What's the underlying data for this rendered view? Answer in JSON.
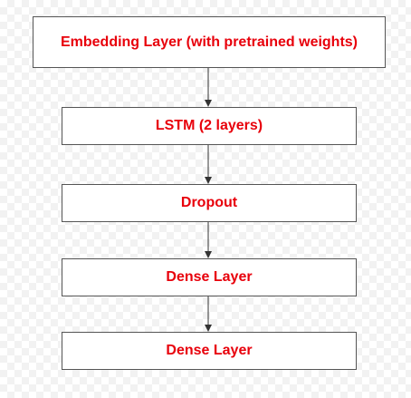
{
  "diagram": {
    "text_color": "#e8000b",
    "border_color": "#555555",
    "edge_color": "#333333",
    "nodes": [
      {
        "label": "Embedding Layer (with pretrained weights)"
      },
      {
        "label": "LSTM (2 layers)"
      },
      {
        "label": "Dropout"
      },
      {
        "label": "Dense Layer"
      },
      {
        "label": "Dense Layer"
      }
    ],
    "edges": [
      {
        "from": 0,
        "to": 1
      },
      {
        "from": 1,
        "to": 2
      },
      {
        "from": 2,
        "to": 3
      },
      {
        "from": 3,
        "to": 4
      }
    ]
  }
}
